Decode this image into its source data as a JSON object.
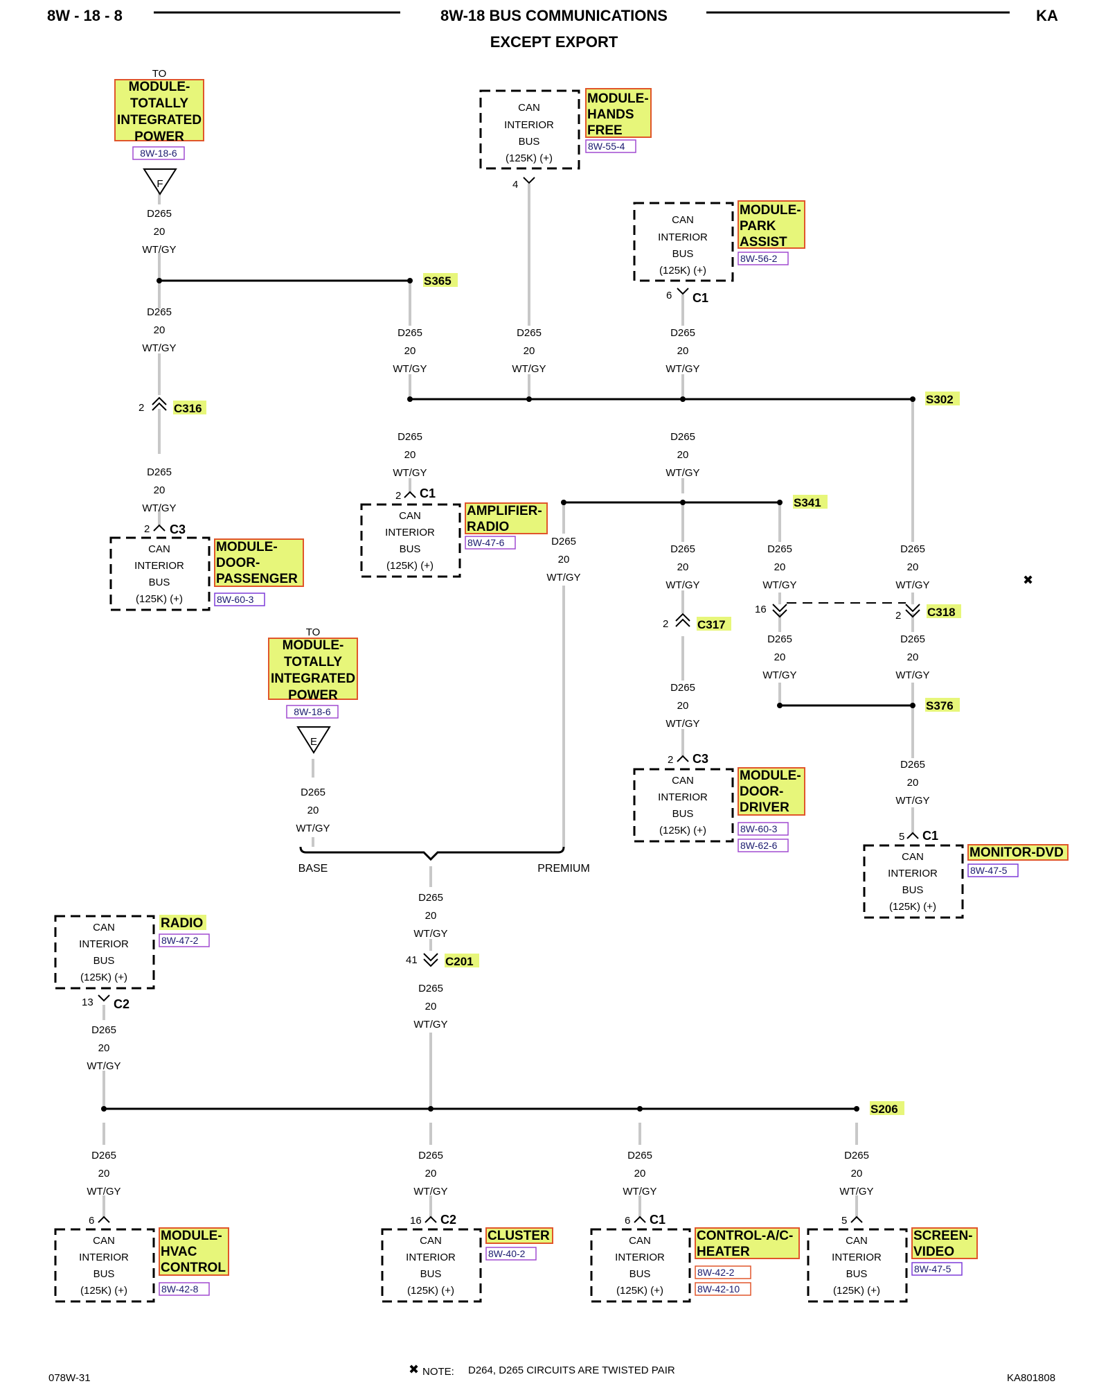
{
  "header": {
    "left": "8W - 18 - 8",
    "title": "8W-18 BUS COMMUNICATIONS",
    "subtitle": "EXCEPT EXPORT",
    "right": "KA"
  },
  "footer": {
    "left": "078W-31",
    "note_symbol": "✖",
    "note_label": "NOTE:",
    "note_text": "D264, D265   CIRCUITS ARE TWISTED PAIR",
    "right": "KA801808"
  },
  "wire": {
    "circuit": "D265",
    "gauge": "20",
    "color": "WT/GY"
  },
  "can_box": {
    "line1": "CAN",
    "line2": "INTERIOR",
    "line3": "BUS",
    "line4": "(125K) (+)"
  },
  "colors": {
    "highlight_fill": "#e7f67a",
    "highlight_border": "#e0552a",
    "ref_border": "#a04ad0",
    "wire": "#c8c8c8"
  },
  "tipm_top": {
    "to": "TO",
    "lines": [
      "MODULE-",
      "TOTALLY",
      "INTEGRATED",
      "POWER"
    ],
    "ref": "8W-18-6",
    "connector": "F"
  },
  "tipm_mid": {
    "to": "TO",
    "lines": [
      "MODULE-",
      "TOTALLY",
      "INTEGRATED",
      "POWER"
    ],
    "ref": "8W-18-6",
    "connector": "E"
  },
  "hands_free": {
    "lines": [
      "MODULE-",
      "HANDS",
      "FREE"
    ],
    "ref": "8W-55-4",
    "pin": "4"
  },
  "park_assist": {
    "lines": [
      "MODULE-",
      "PARK",
      "ASSIST"
    ],
    "ref": "8W-56-2",
    "pin": "6",
    "conn": "C1"
  },
  "door_passenger": {
    "lines": [
      "MODULE-",
      "DOOR-",
      "PASSENGER"
    ],
    "ref": "8W-60-3",
    "pin": "2",
    "conn": "C3"
  },
  "amplifier": {
    "lines": [
      "AMPLIFIER-",
      "RADIO"
    ],
    "ref": "8W-47-6",
    "pin": "2",
    "conn": "C1"
  },
  "door_driver": {
    "lines": [
      "MODULE-",
      "DOOR-",
      "DRIVER"
    ],
    "refs": [
      "8W-60-3",
      "8W-62-6"
    ],
    "pin": "2",
    "conn": "C3"
  },
  "monitor_dvd": {
    "lines": [
      "MONITOR-DVD"
    ],
    "ref": "8W-47-5",
    "pin": "5",
    "conn": "C1"
  },
  "radio": {
    "lines": [
      "RADIO"
    ],
    "ref": "8W-47-2",
    "pin": "13",
    "conn": "C2"
  },
  "hvac": {
    "lines": [
      "MODULE-",
      "HVAC",
      "CONTROL"
    ],
    "ref": "8W-42-8",
    "pin": "6"
  },
  "cluster": {
    "lines": [
      "CLUSTER"
    ],
    "ref": "8W-40-2",
    "pin": "16",
    "conn": "C2"
  },
  "ac_heater": {
    "lines": [
      "CONTROL-A/C-",
      "HEATER"
    ],
    "refs": [
      "8W-42-2",
      "8W-42-10"
    ],
    "pin": "6",
    "conn": "C1"
  },
  "screen_video": {
    "lines": [
      "SCREEN-",
      "VIDEO"
    ],
    "ref": "8W-47-5",
    "pin": "5"
  },
  "splices": {
    "s365": "S365",
    "s302": "S302",
    "s341": "S341",
    "s376": "S376",
    "s206": "S206"
  },
  "connectors": {
    "c316": {
      "name": "C316",
      "pin": "2"
    },
    "c317": {
      "name": "C317",
      "pin": "2"
    },
    "c318": {
      "name": "C318",
      "pin_a": "16",
      "pin_b": "2"
    },
    "c201": {
      "name": "C201",
      "pin": "41"
    }
  },
  "switch": {
    "base": "BASE",
    "premium": "PREMIUM"
  },
  "twist_mark": "✖"
}
